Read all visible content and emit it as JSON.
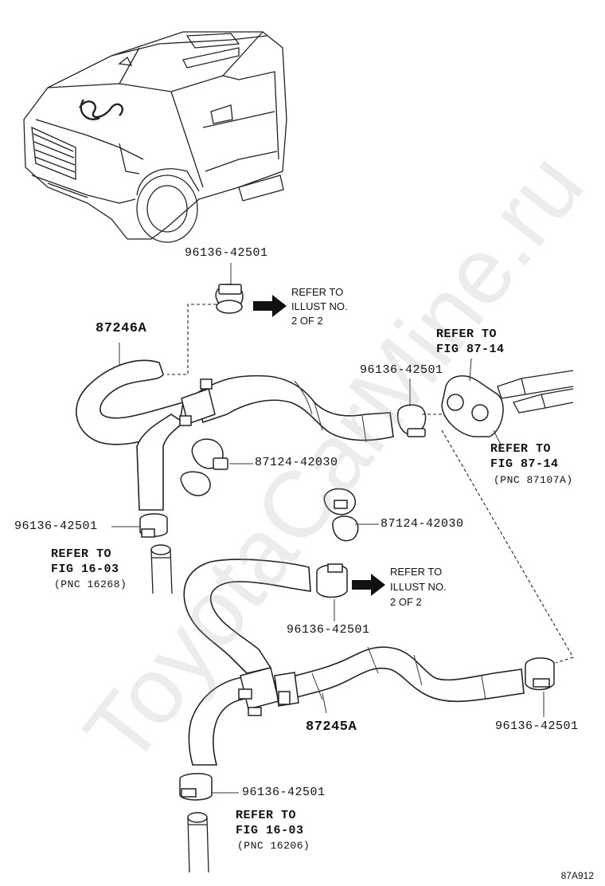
{
  "watermark": "ToyotaCarMine.ru",
  "figure_code": "87A912",
  "labels": {
    "clamp_top": "96136-42501",
    "refer_illust_top": [
      "REFER TO",
      "ILLUST NO.",
      "2 OF 2"
    ],
    "hose_upper": "87246A",
    "refer_fig_87_14_top": [
      "REFER TO",
      "FIG 87-14"
    ],
    "clamp_mid_right": "96136-42501",
    "refer_fig_87_14_bottom": [
      "REFER TO",
      "FIG 87-14"
    ],
    "pnc_87107a": "(PNC 87107A)",
    "clamp_upper_left_part": "87124-42030",
    "clamp_center_part": "87124-42030",
    "clamp_left": "96136-42501",
    "refer_fig_16_03_top": [
      "REFER TO",
      "FIG 16-03"
    ],
    "pnc_16268": "(PNC 16268)",
    "refer_illust_mid": [
      "REFER TO",
      "ILLUST NO.",
      "2 OF 2"
    ],
    "clamp_mid": "96136-42501",
    "hose_lower": "87245A",
    "clamp_bottom_right": "96136-42501",
    "clamp_bottom": "96136-42501",
    "refer_fig_16_03_bottom": [
      "REFER TO",
      "FIG 16-03"
    ],
    "pnc_16206": "(PNC 16206)"
  },
  "icons": {
    "arrow_top": "right-arrow-icon",
    "arrow_mid": "right-arrow-icon",
    "vehicle": "suv-vehicle-icon"
  }
}
